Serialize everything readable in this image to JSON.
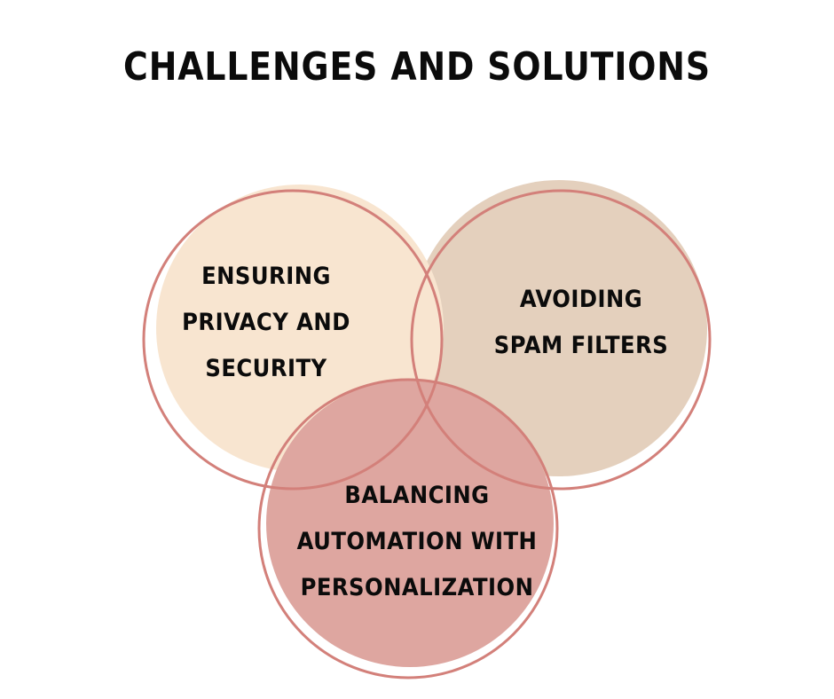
{
  "title": "CHALLENGES AND SOLUTIONS",
  "colors": {
    "circle_privacy_fill": "#f8e5d0",
    "circle_spam_fill": "#e4d0bd",
    "circle_balancing_fill": "#dea6a0",
    "outline": "#d3807a",
    "text": "#0b0b0b"
  },
  "circles": {
    "privacy": {
      "lines": [
        "ENSURING",
        "PRIVACY AND",
        "SECURITY"
      ]
    },
    "spam": {
      "lines": [
        "AVOIDING",
        "SPAM FILTERS"
      ]
    },
    "balancing": {
      "lines": [
        "BALANCING",
        "AUTOMATION WITH",
        "PERSONALIZATION"
      ]
    }
  }
}
